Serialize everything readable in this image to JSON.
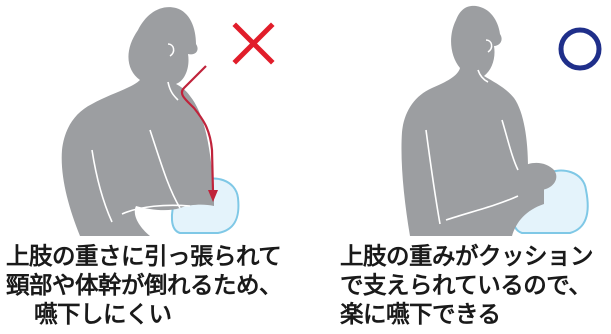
{
  "left_panel": {
    "mark": "✕",
    "mark_color": "#e11d2a",
    "arrow_color": "#c0233b",
    "caption": [
      "上肢の重さに引っ張られて",
      "頸部や体幹が倒れるため、",
      "嚥下しにくい"
    ]
  },
  "right_panel": {
    "mark": "○",
    "mark_color": "#1f2f8a",
    "caption": [
      "上肢の重みがクッション",
      "で支えられているので、",
      "楽に嚥下できる"
    ]
  },
  "colors": {
    "figure": "#9c9ea1",
    "figure_line": "#ffffff",
    "cushion_fill": "#e4f3fb",
    "cushion_stroke": "#7fc8e6"
  }
}
